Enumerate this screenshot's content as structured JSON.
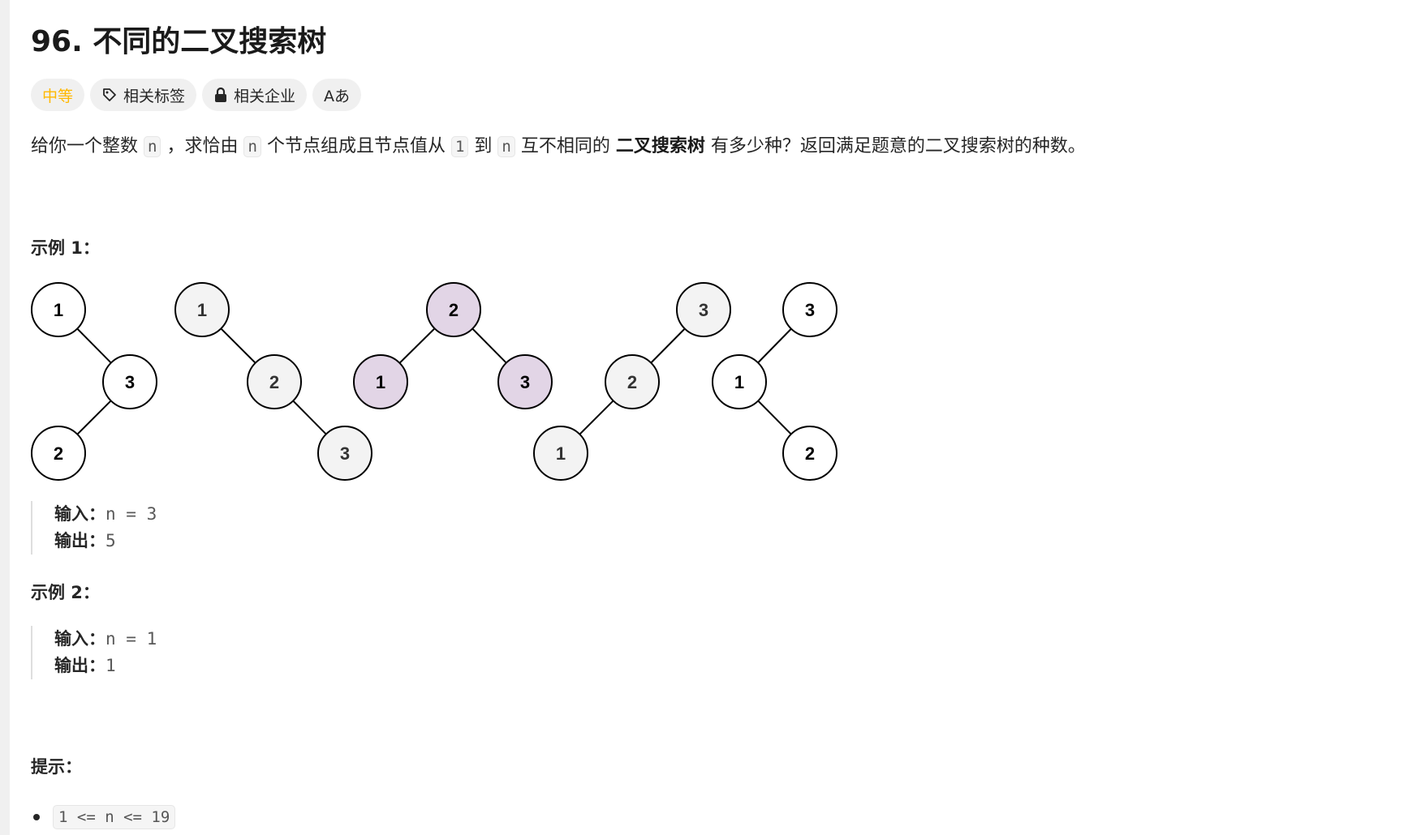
{
  "problem": {
    "title": "96. 不同的二叉搜索树",
    "chips": {
      "difficulty": "中等",
      "tags": "相关标签",
      "companies": "相关企业",
      "translate": "Aあ"
    },
    "description": {
      "p1": "给你一个整数",
      "c1": "n",
      "p2": "，求恰由",
      "c2": "n",
      "p3": "个节点组成且节点值从",
      "c3": "1",
      "p4": "到",
      "c4": "n",
      "p5": "互不相同的",
      "bold": "二叉搜索树",
      "p6": "有多少种？返回满足题意的二叉搜索树的种数。"
    },
    "examples": [
      {
        "heading": "示例 1：",
        "input_label": "输入：",
        "input": "n = 3",
        "output_label": "输出：",
        "output": "5"
      },
      {
        "heading": "示例 2：",
        "input_label": "输入：",
        "input": "n = 1",
        "output_label": "输出：",
        "output": "1"
      }
    ],
    "hints_heading": "提示：",
    "constraints": [
      "1 <= n <= 19"
    ],
    "tree_nodes": [
      "1",
      "3",
      "2",
      "1",
      "2",
      "3",
      "2",
      "1",
      "3",
      "3",
      "2",
      "1",
      "3",
      "1",
      "2"
    ]
  },
  "colors": {
    "difficulty": "#ffb800",
    "chip_bg": "#f0f0f0",
    "node_grey": "#f3f3f3",
    "node_purple": "#e2d5e6"
  }
}
